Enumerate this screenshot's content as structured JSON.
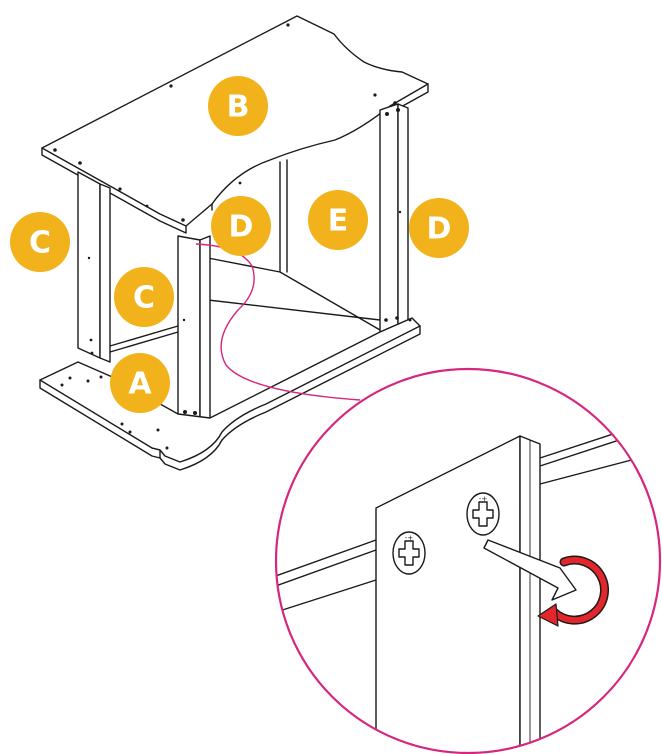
{
  "colors": {
    "badge": "#f2b21c",
    "badge_text": "#ffffff",
    "callout": "#d6267e",
    "arrow": "#e3262b",
    "line": "#1a1a1a"
  },
  "labels": {
    "a": "A",
    "b": "B",
    "c_left": "C",
    "c_inner": "C",
    "d_front": "D",
    "d_right": "D",
    "e": "E"
  },
  "detail": {
    "screw_left_sign": "-+",
    "screw_right_sign": "-+",
    "tool": "screwdriver-icon",
    "rotation": "clockwise-arrow-icon"
  }
}
